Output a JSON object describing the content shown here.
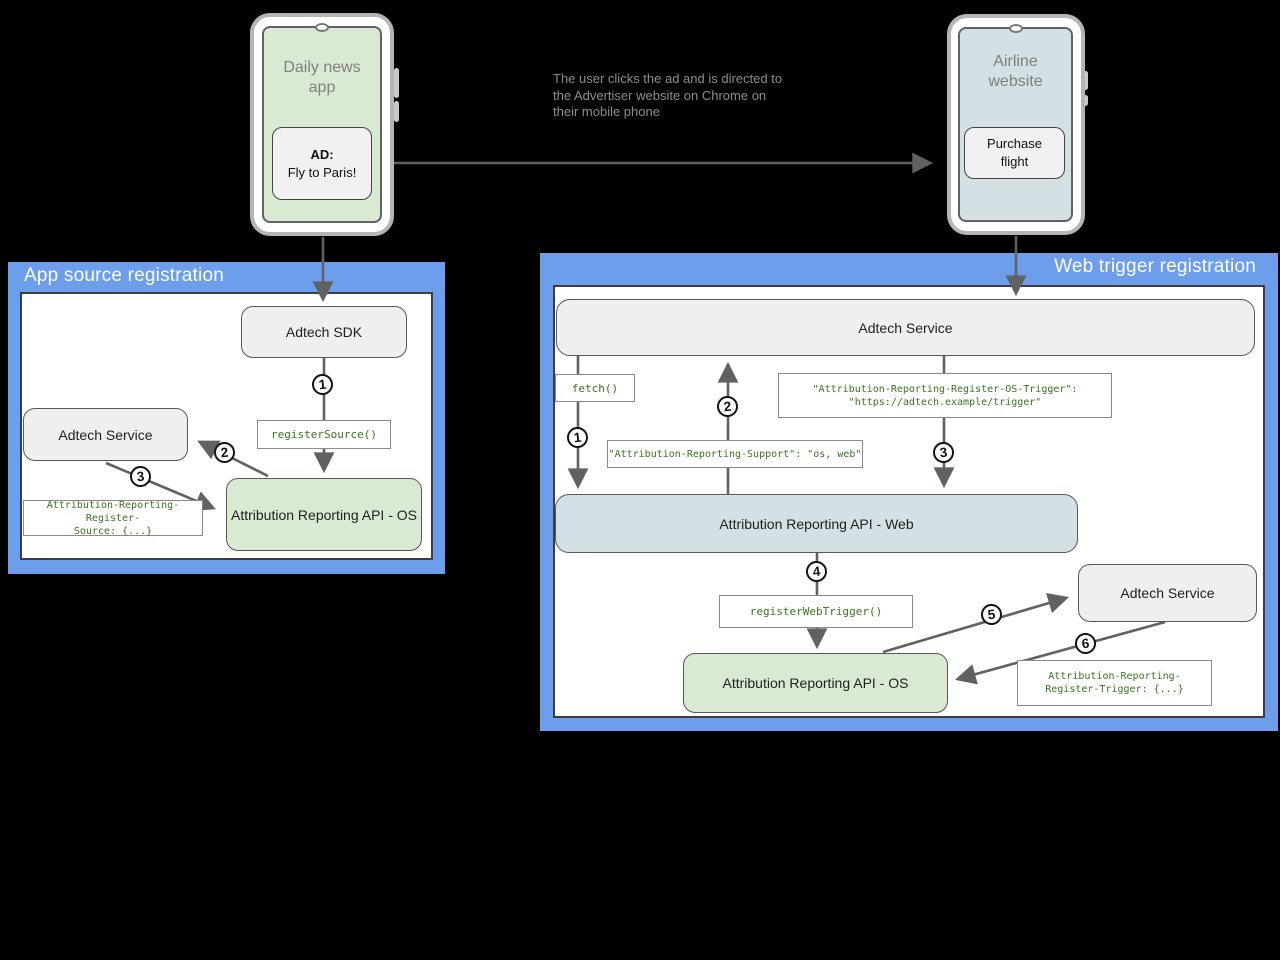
{
  "colors": {
    "panel_blue": "#6d9eeb",
    "node_gray": "#efefef",
    "node_green": "#d9ead3",
    "node_light_blue": "#d3e0e4",
    "code_text_green": "#38761d",
    "arrow_gray": "#616161"
  },
  "phone_left": {
    "label": "Daily news\napp",
    "ad_title": "AD:",
    "ad_text": "Fly to Paris!"
  },
  "phone_right": {
    "label": "Airline\nwebsite",
    "button": "Purchase\nflight"
  },
  "annotation": "The user clicks the ad and is directed to\nthe Advertiser website on Chrome on\ntheir mobile phone",
  "app_source": {
    "title": "App source registration",
    "adtech_sdk": "Adtech SDK",
    "adtech_service": "Adtech Service",
    "api_os": "Attribution Reporting API - OS",
    "register_source": "registerSource()",
    "source_header": "Attribution-Reporting-Register-\nSource: {...}",
    "steps": [
      "1",
      "2",
      "3"
    ]
  },
  "web_trigger": {
    "title": "Web trigger registration",
    "adtech_service_top": "Adtech Service",
    "fetch": "fetch()",
    "os_trigger_header": "\"Attribution-Reporting-Register-OS-Trigger\":\n\"https://adtech.example/trigger\"",
    "support_header": "\"Attribution-Reporting-Support\": \"os, web\"",
    "api_web": "Attribution Reporting API - Web",
    "register_web_trigger": "registerWebTrigger()",
    "adtech_service_right": "Adtech Service",
    "api_os": "Attribution Reporting API - OS",
    "trigger_header": "Attribution-Reporting-\nRegister-Trigger: {...}",
    "steps": [
      "1",
      "2",
      "3",
      "4",
      "5",
      "6"
    ]
  }
}
